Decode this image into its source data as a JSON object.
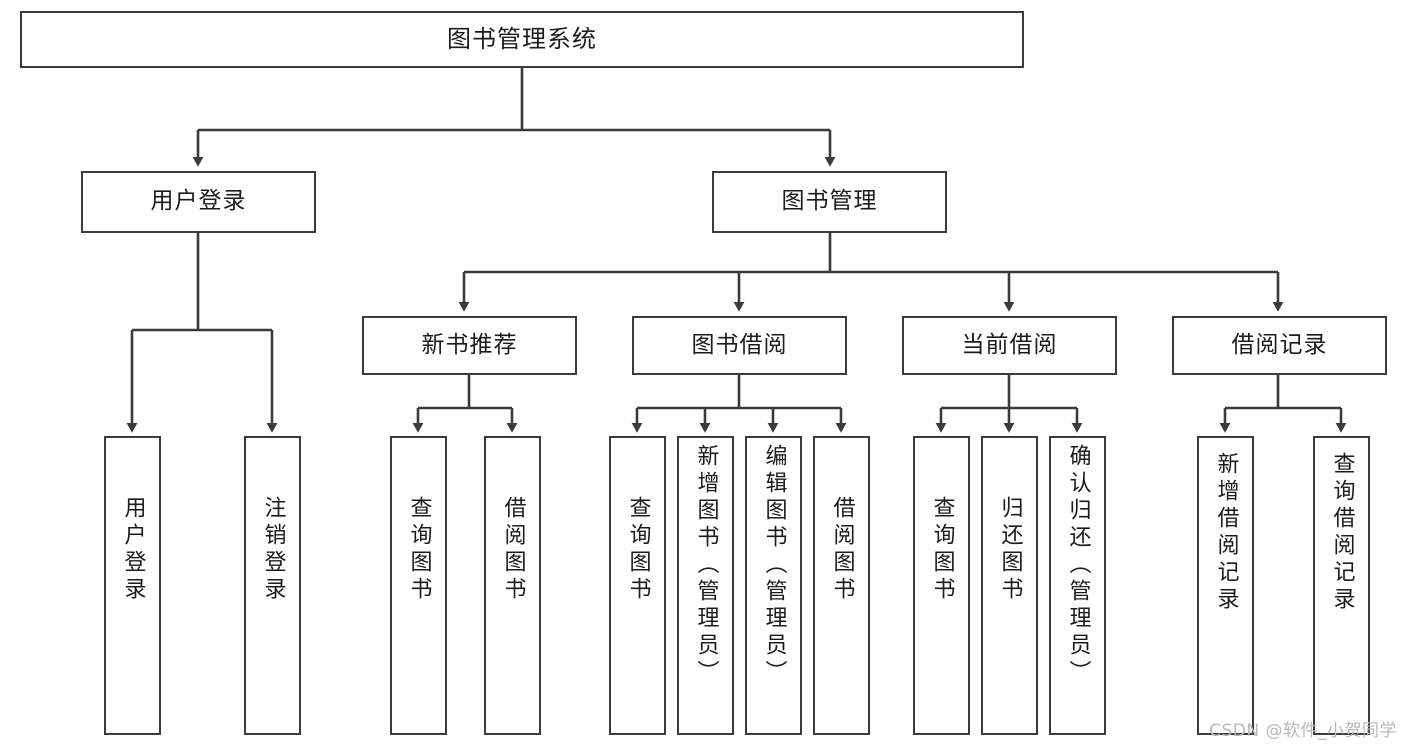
{
  "diagram": {
    "type": "tree",
    "title": "图书管理系统",
    "colors": {
      "stroke": "#3b3b3b",
      "text": "#1c1c1c",
      "background": "#ffffff",
      "watermark": "#b9b9b9"
    },
    "root": {
      "label": "图书管理系统"
    },
    "level2": [
      {
        "label": "用户登录"
      },
      {
        "label": "图书管理"
      }
    ],
    "level3": [
      {
        "label": "新书推荐"
      },
      {
        "label": "图书借阅"
      },
      {
        "label": "当前借阅"
      },
      {
        "label": "借阅记录"
      }
    ],
    "leaves": {
      "user_login": [
        {
          "label": "用户登录"
        },
        {
          "label": "注销登录"
        }
      ],
      "new_book_recommend": [
        {
          "label": "查询图书"
        },
        {
          "label": "借阅图书"
        }
      ],
      "book_borrow": [
        {
          "label": "查询图书"
        },
        {
          "label": "新增图书（管理员）"
        },
        {
          "label": "编辑图书（管理员）"
        },
        {
          "label": "借阅图书"
        }
      ],
      "current_borrow": [
        {
          "label": "查询图书"
        },
        {
          "label": "归还图书"
        },
        {
          "label": "确认归还（管理员）"
        }
      ],
      "borrow_record": [
        {
          "label": "新增借阅记录"
        },
        {
          "label": "查询借阅记录"
        }
      ]
    }
  },
  "watermark": {
    "text": "CSDN @软件_小贺同学"
  }
}
